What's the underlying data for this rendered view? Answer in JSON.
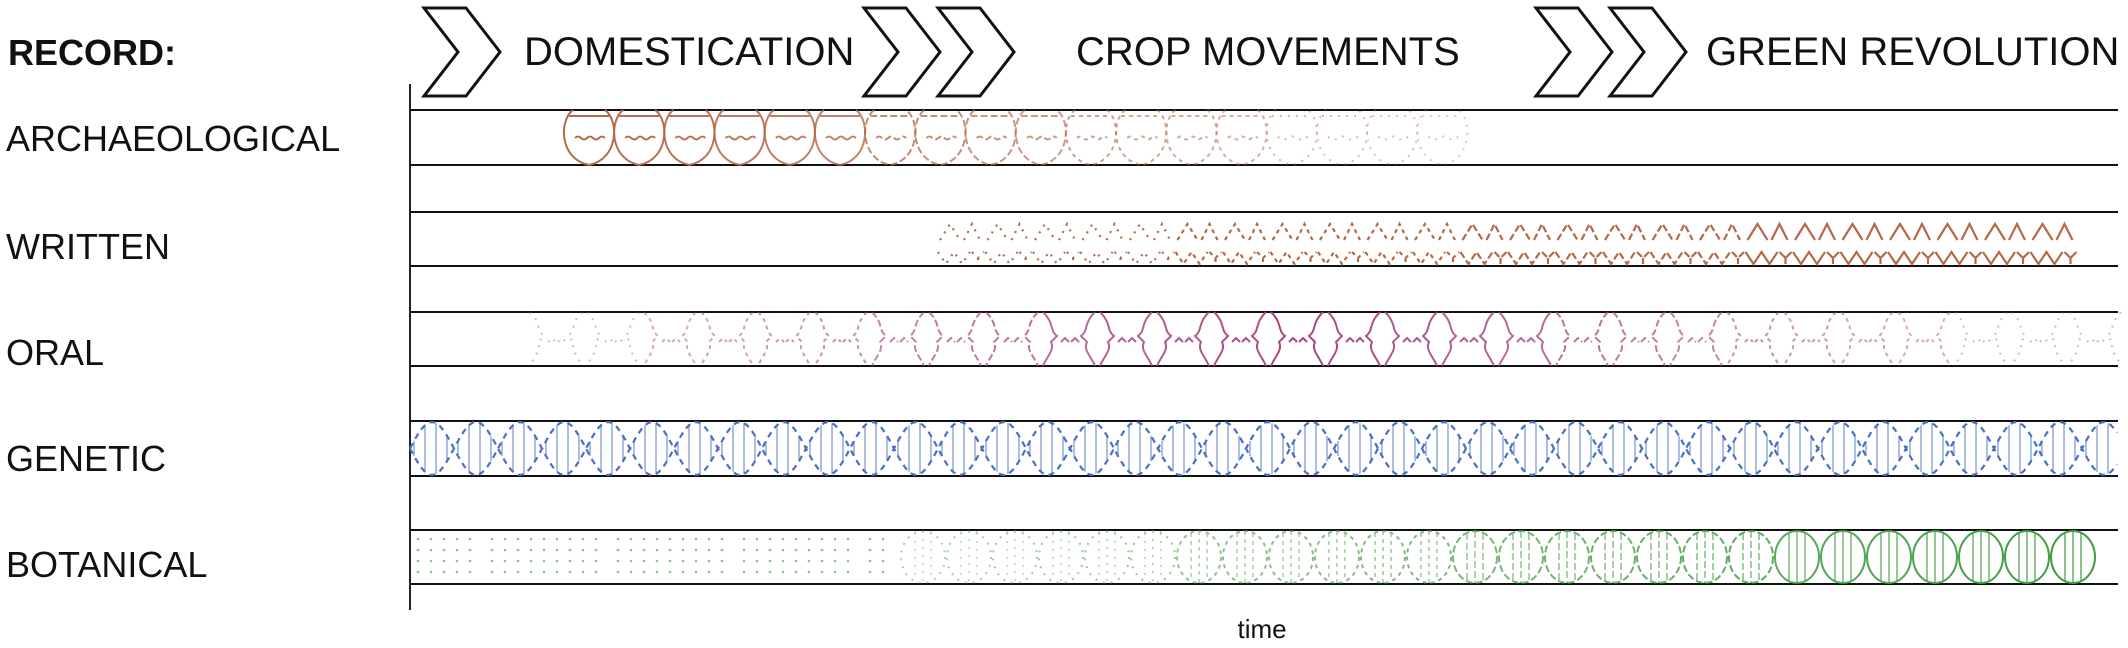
{
  "record_label": "RECORD:",
  "phases": [
    {
      "label": "DOMESTICATION",
      "chevrons": 1
    },
    {
      "label": "CROP MOVEMENTS",
      "chevrons": 2
    },
    {
      "label": "GREEN REVOLUTION",
      "chevrons": 2
    }
  ],
  "rows": [
    {
      "label": "ARCHAEOLOGICAL",
      "color": "#b5694a",
      "pattern": "pot-icon"
    },
    {
      "label": "WRITTEN",
      "color": "#b5694a",
      "pattern": "script-icon"
    },
    {
      "label": "ORAL",
      "color": "#a8457f",
      "pattern": "face-icon"
    },
    {
      "label": "GENETIC",
      "color": "#4a6fc4",
      "pattern": "dna-icon"
    },
    {
      "label": "BOTANICAL",
      "color": "#3f9a3f",
      "pattern": "seed-icon"
    }
  ],
  "axis_label": "time"
}
